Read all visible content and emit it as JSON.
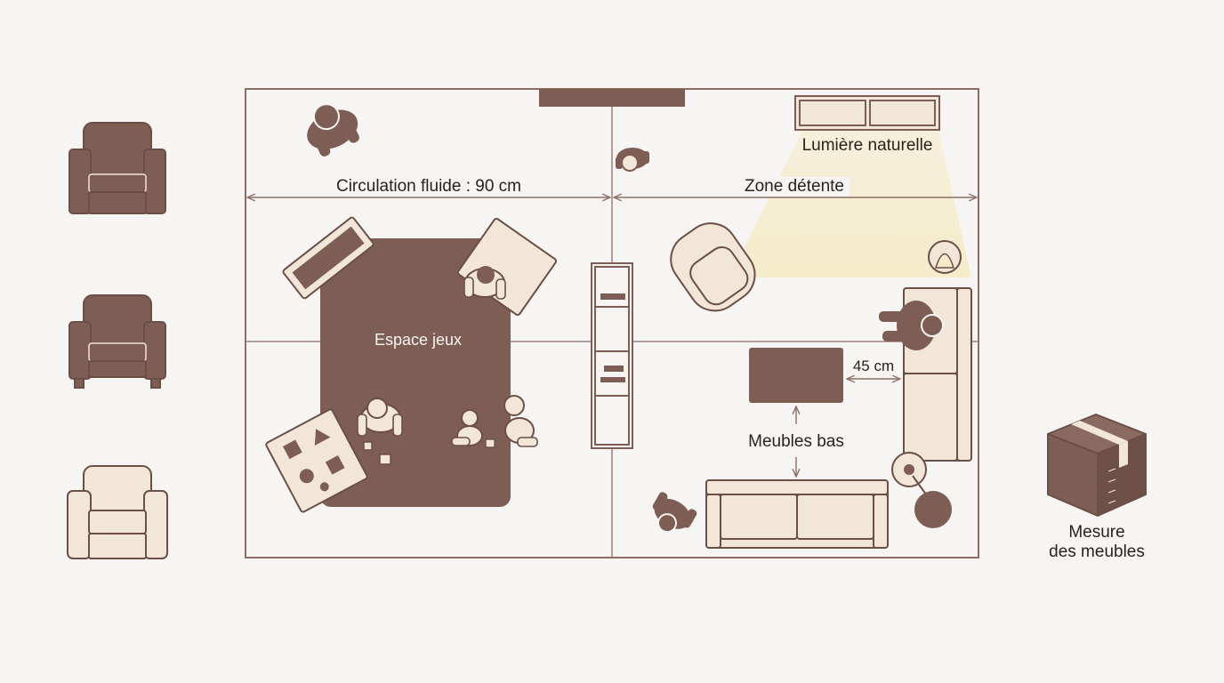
{
  "colors": {
    "background": "#f6f5f3",
    "furniture_dark": "#7d5d54",
    "furniture_light": "#f1e6d8",
    "outline": "#6b4f47",
    "light_beam": "#f5ebc9",
    "text": "#2b211d"
  },
  "labels": {
    "circulation": "Circulation fluide : 90 cm",
    "relax_zone": "Zone détente",
    "natural_light": "Lumière naturelle",
    "play_area": "Espace jeux",
    "clearance": "45 cm",
    "low_furniture": "Meubles bas",
    "measure_line1": "Mesure",
    "measure_line2": "des meubles"
  },
  "legend_icons": [
    "armchair-dark-icon",
    "armchair-legged-icon",
    "armchair-light-icon"
  ],
  "side_icons": [
    "cardboard-box-icon"
  ]
}
